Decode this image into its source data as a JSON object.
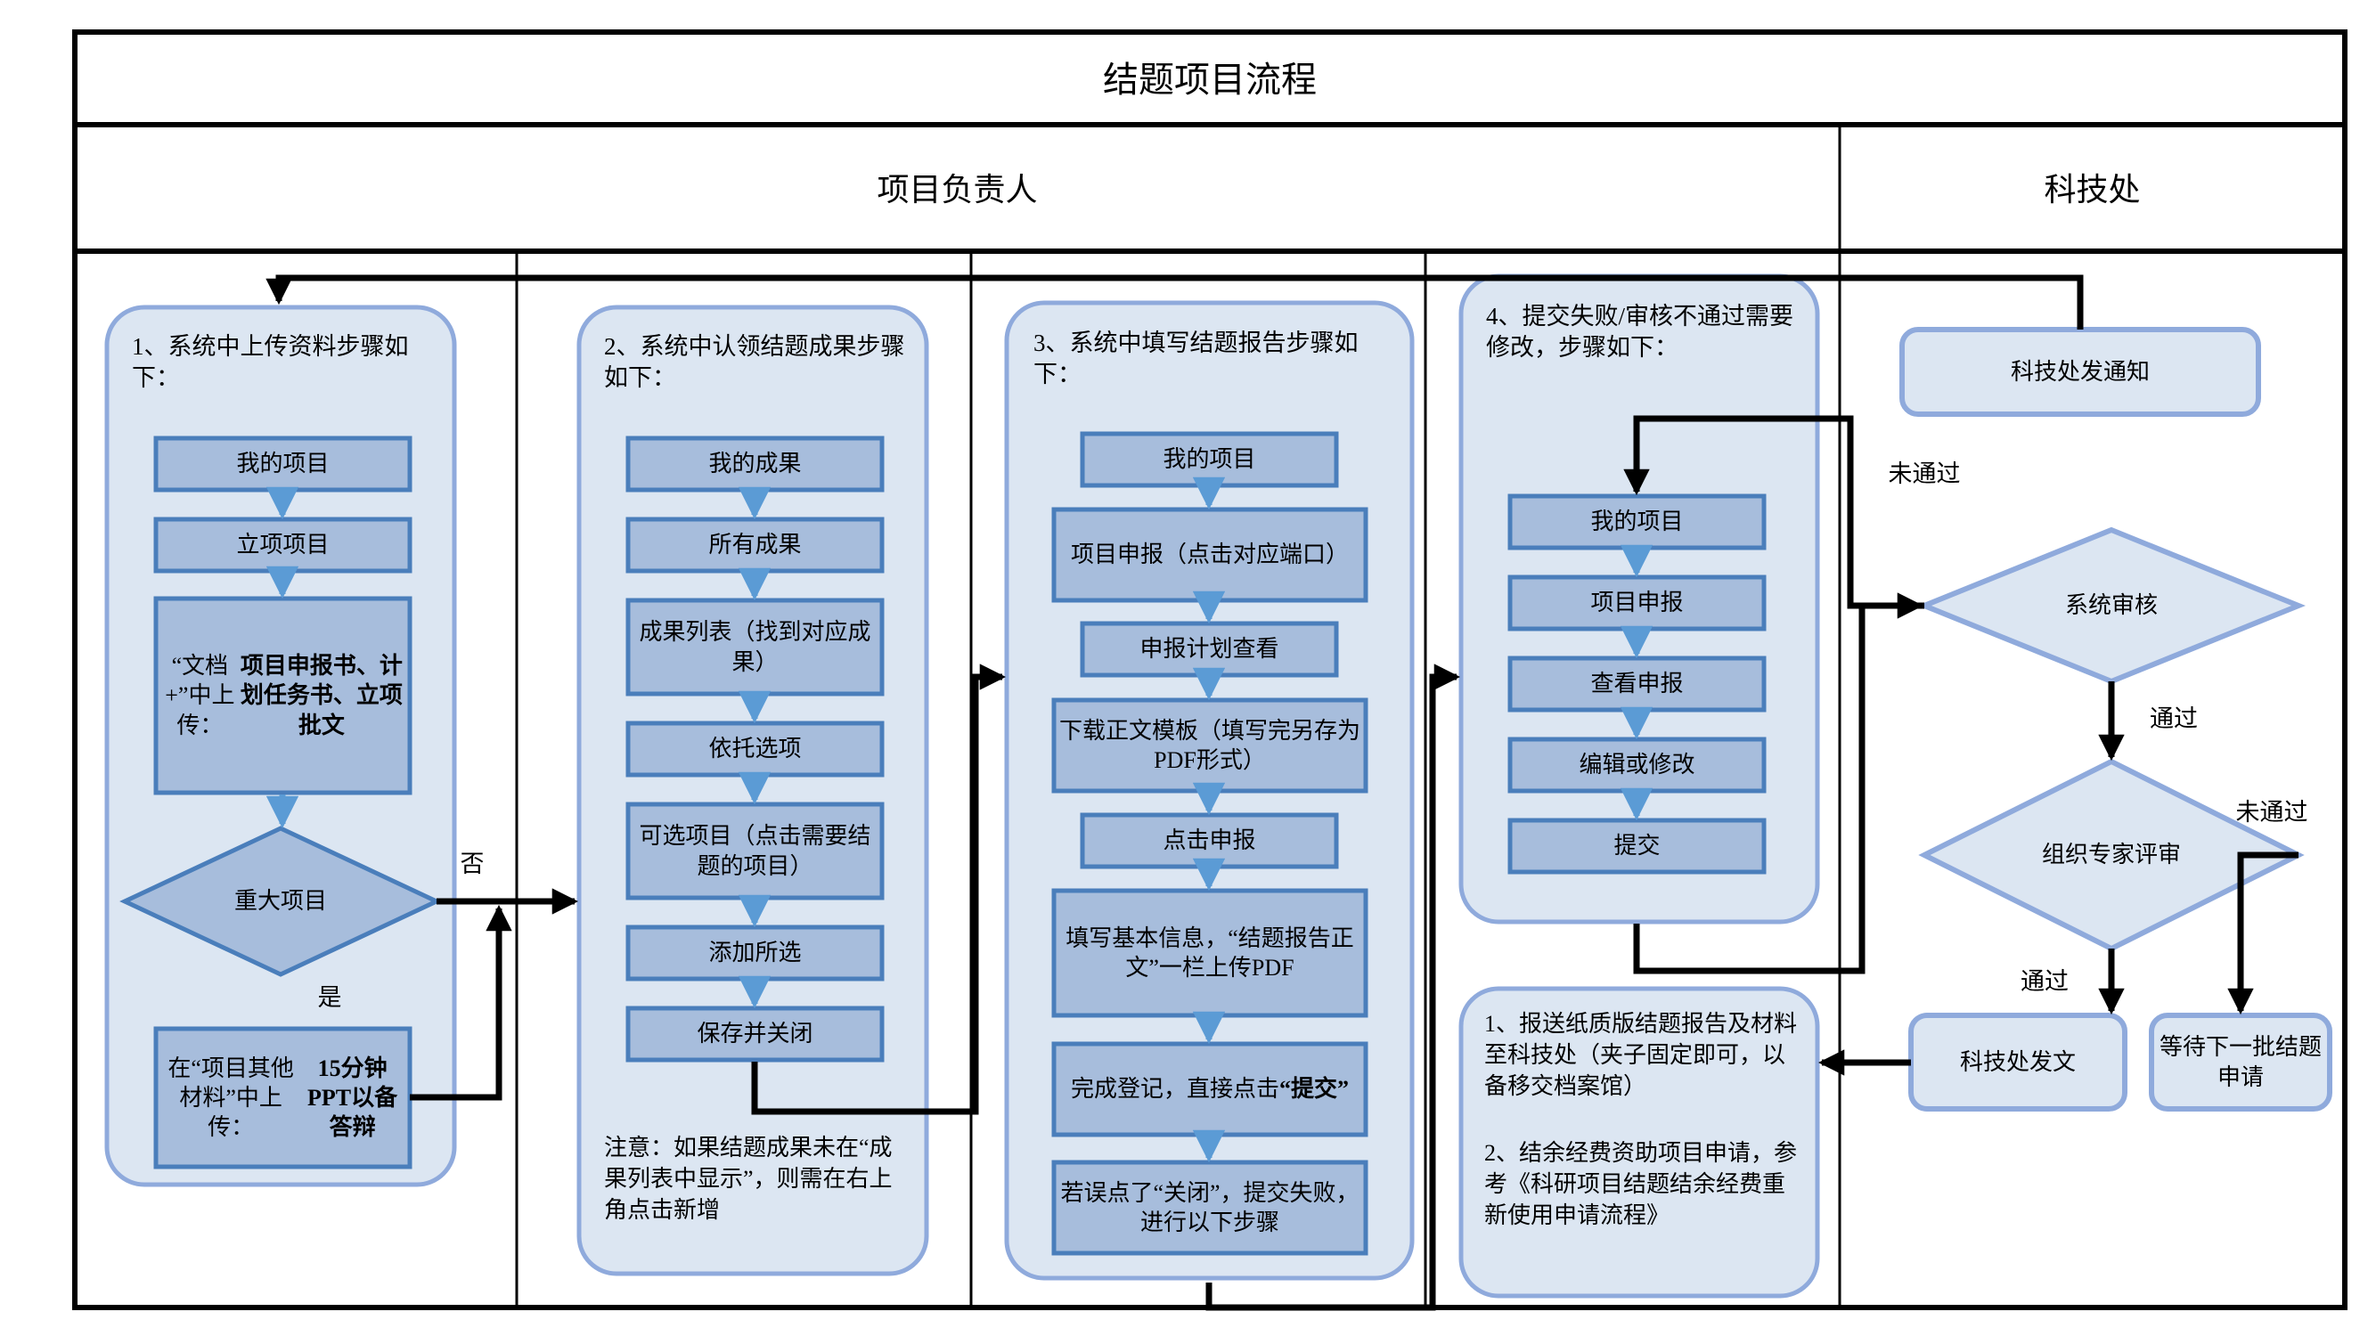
{
  "title": "结题项目流程",
  "lanes": [
    {
      "name": "项目负责人"
    },
    {
      "name": "科技处"
    }
  ],
  "edge_labels": {
    "no_major": "否",
    "yes_major": "是",
    "sys_fail": "未通过",
    "sys_pass": "通过",
    "expert_fail": "未通过",
    "expert_pass": "通过"
  },
  "groups": [
    {
      "id": "g1",
      "heading": "1、系统中上传资料步骤如下：",
      "steps": [
        {
          "label": "我的项目",
          "shape": "rect"
        },
        {
          "label": "立项项目",
          "shape": "rect"
        },
        {
          "label": "“文档+”中上传：项目申报书、计划任务书、立项批文",
          "shape": "rect",
          "bold_from": "项目申报书、计划任务书、立项批文"
        },
        {
          "label": "重大项目",
          "shape": "diamond"
        },
        {
          "label": "在“项目其他材料”中上传：15分钟PPT以备答辩",
          "shape": "rect",
          "bold_from": "15分钟PPT以备答辩"
        }
      ]
    },
    {
      "id": "g2",
      "heading": "2、系统中认领结题成果步骤如下：",
      "steps": [
        {
          "label": "我的成果",
          "shape": "rect"
        },
        {
          "label": "所有成果",
          "shape": "rect"
        },
        {
          "label": "成果列表（找到对应成果）",
          "shape": "rect"
        },
        {
          "label": "依托选项",
          "shape": "rect"
        },
        {
          "label": "可选项目（点击需要结题的项目）",
          "shape": "rect"
        },
        {
          "label": "添加所选",
          "shape": "rect"
        },
        {
          "label": "保存并关闭",
          "shape": "rect"
        }
      ],
      "note": "注意：如果结题成果未在“成果列表中显示”，则需在右上角点击新增"
    },
    {
      "id": "g3",
      "heading": "3、系统中填写结题报告步骤如下：",
      "steps": [
        {
          "label": "我的项目",
          "shape": "rect"
        },
        {
          "label": "项目申报（点击对应端口）",
          "shape": "rect"
        },
        {
          "label": "申报计划查看",
          "shape": "rect"
        },
        {
          "label": "下载正文模板（填写完另存为PDF形式）",
          "shape": "rect"
        },
        {
          "label": "点击申报",
          "shape": "rect"
        },
        {
          "label": "填写基本信息，“结题报告正文”一栏上传PDF",
          "shape": "rect"
        },
        {
          "label": "完成登记，直接点击“提交”",
          "shape": "rect",
          "bold_from": "“提交”"
        },
        {
          "label": "若误点了“关闭”，提交失败，进行以下步骤",
          "shape": "rect"
        }
      ]
    },
    {
      "id": "g4",
      "heading": "4、提交失败/审核不通过需要修改，步骤如下：",
      "steps": [
        {
          "label": "我的项目",
          "shape": "rect"
        },
        {
          "label": "项目申报",
          "shape": "rect"
        },
        {
          "label": "查看申报",
          "shape": "rect"
        },
        {
          "label": "编辑或修改",
          "shape": "rect"
        },
        {
          "label": "提交",
          "shape": "rect"
        }
      ]
    }
  ],
  "final_note": {
    "line1": "1、报送纸质版结题报告及材料至科技处（夹子固定即可，以备移交档案馆）",
    "line2": "2、结余经费资助项目申请，参考《科研项目结题结余经费重新使用申请流程》"
  },
  "right_lane_nodes": [
    {
      "id": "notice",
      "label": "科技处发通知",
      "shape": "rounded"
    },
    {
      "id": "sys_review",
      "label": "系统审核",
      "shape": "diamond"
    },
    {
      "id": "expert_review",
      "label": "组织专家评审",
      "shape": "diamond"
    },
    {
      "id": "publish",
      "label": "科技处发文",
      "shape": "rounded"
    },
    {
      "id": "wait_next",
      "label": "等待下一批结题申请",
      "shape": "rounded"
    }
  ],
  "colors": {
    "container_fill": "#DCE6F2",
    "container_stroke": "#8FAADC",
    "box_fill": "#A7BDDC",
    "box_stroke": "#4A7EBB",
    "arrow_blue": "#5B9BD5",
    "connector_black": "#000000",
    "frame": "#000000",
    "node_fill": "#DCE6F2",
    "node_stroke": "#8FAADC"
  }
}
